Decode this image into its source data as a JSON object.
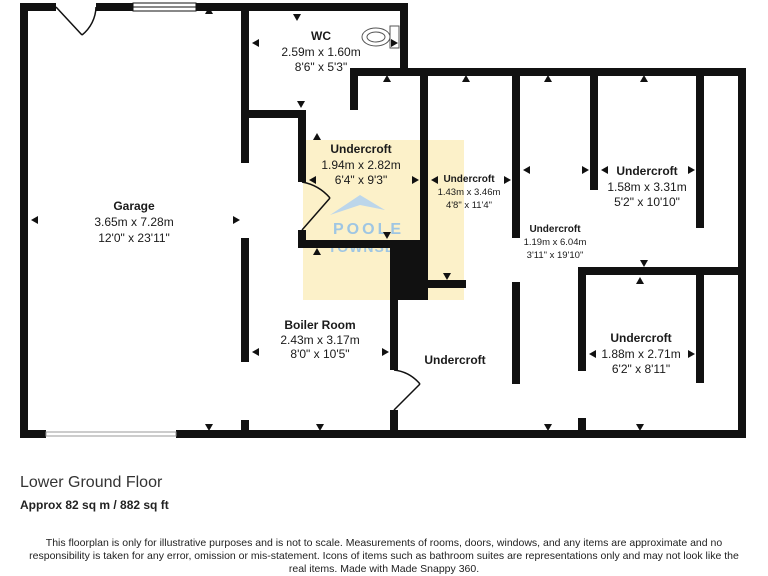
{
  "floor": {
    "title": "Lower Ground Floor",
    "area": "Approx 82 sq m / 882 sq ft"
  },
  "watermark": {
    "brand": "POOLE",
    "sub": "TOWNSEND",
    "color": "#f3d36b"
  },
  "rooms": {
    "garage": {
      "name": "Garage",
      "metric": "3.65m x 7.28m",
      "imperial": "12'0\" x 23'11\""
    },
    "wc": {
      "name": "WC",
      "metric": "2.59m x 1.60m",
      "imperial": "8'6\" x 5'3\""
    },
    "undercroft_a": {
      "name": "Undercroft",
      "metric": "1.94m x 2.82m",
      "imperial": "6'4\" x 9'3\""
    },
    "undercroft_b": {
      "name": "Undercroft",
      "metric": "1.43m x 3.46m",
      "imperial": "4'8\" x 11'4\""
    },
    "undercroft_c": {
      "name": "Undercroft",
      "metric": "1.58m x 3.31m",
      "imperial": "5'2\" x 10'10\""
    },
    "undercroft_d": {
      "name": "Undercroft",
      "metric": "1.19m x 6.04m",
      "imperial": "3'11\" x 19'10\""
    },
    "undercroft_e": {
      "name": "Undercroft",
      "metric": "1.88m x 2.71m",
      "imperial": "6'2\" x 8'11\""
    },
    "undercroft_f": {
      "name": "Undercroft"
    },
    "boiler": {
      "name": "Boiler Room",
      "metric": "2.43m x 3.17m",
      "imperial": "8'0\" x 10'5\""
    }
  },
  "disclaimer": "This floorplan is only for illustrative purposes and is not to scale. Measurements of rooms, doors, windows, and any items are approximate and no responsibility is taken for any error, omission or mis-statement. Icons of items such as bathroom suites are representations only and may not look like the real items. Made with Made Snappy 360."
}
